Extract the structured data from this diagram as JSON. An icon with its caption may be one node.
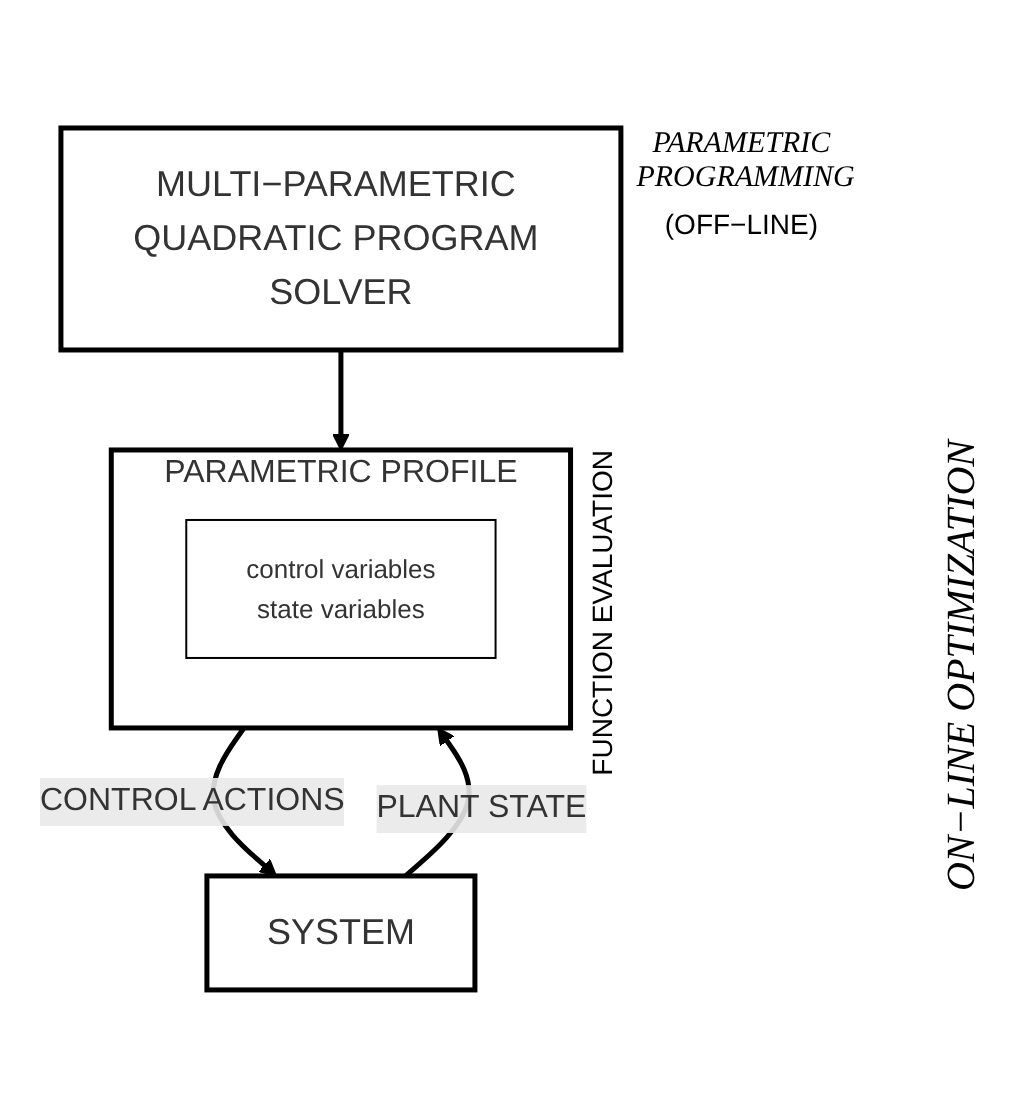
{
  "diagram": {
    "nodes": [
      {
        "text": [
          "MULTI−PARAMETRIC QUADRATIC PROGRAM SOLVER"
        ],
        "beside": [
          "PARAMETRIC PROGRAMMING",
          "(OFF−LINE)"
        ]
      },
      {
        "text": [
          "PARAMETRIC PROFILE"
        ],
        "beside": [
          "FUNCTION EVALUATION"
        ]
      },
      {
        "text": [
          "control variables",
          "state variables"
        ],
        "in": 1
      },
      {
        "text": [
          "SYSTEM"
        ]
      }
    ],
    "edges": [
      {
        "from": 0,
        "to": 1,
        "arrow": "to"
      },
      {
        "from": 1,
        "to": 3,
        "arrow": "to",
        "label": "CONTROL ACTIONS"
      },
      {
        "from": 3,
        "to": 1,
        "arrow": "to",
        "label": "PLANT STATE"
      }
    ],
    "labels": [
      "ON−LINE OPTIMIZATION"
    ]
  }
}
